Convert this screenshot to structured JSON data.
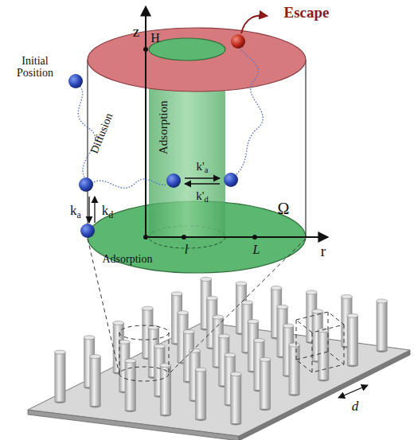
{
  "diagram": {
    "labels": [
      "Escape",
      "z",
      "H",
      "Initial Position",
      "Diffusion",
      "ka",
      "kd",
      "Adsorption",
      "k'a",
      "k'd",
      "Ω",
      "Adsorption",
      "l",
      "L",
      "r",
      "d"
    ]
  }
}
